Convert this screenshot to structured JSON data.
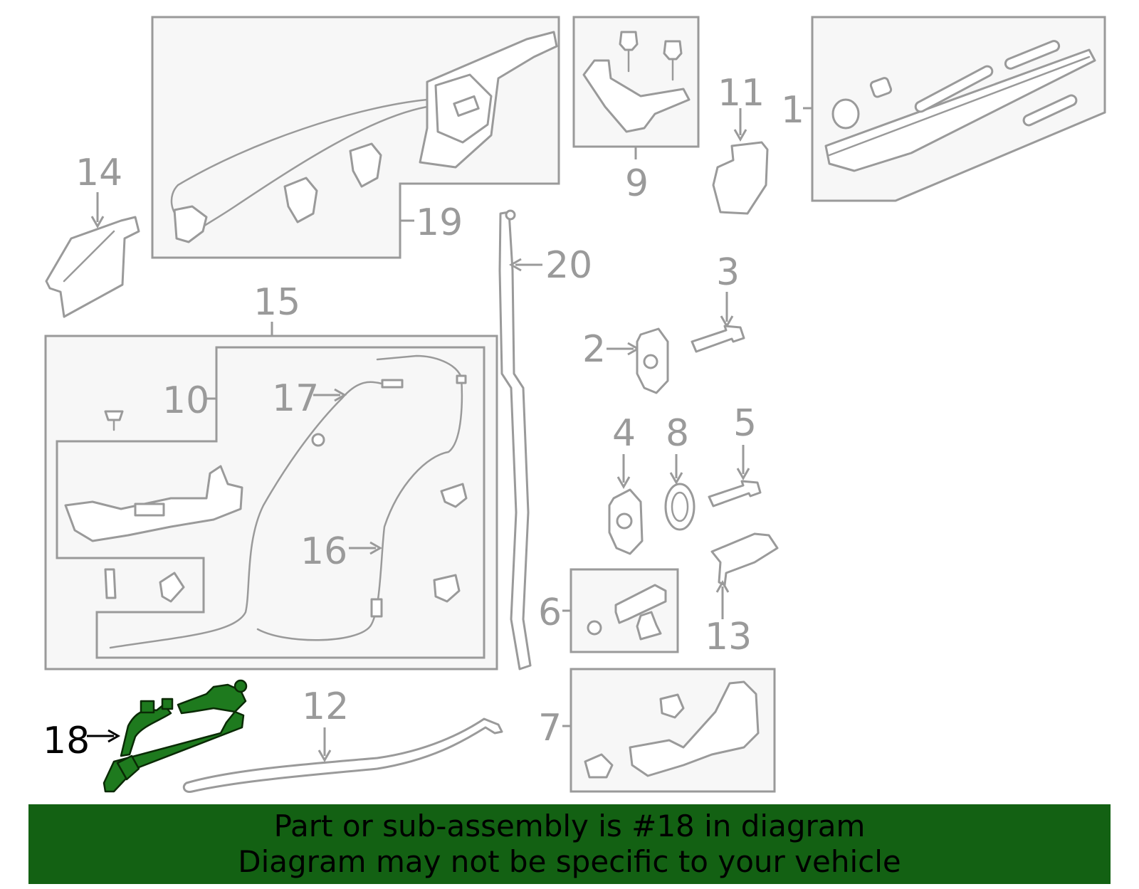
{
  "callouts": [
    {
      "id": "1",
      "label": "1"
    },
    {
      "id": "2",
      "label": "2"
    },
    {
      "id": "3",
      "label": "3"
    },
    {
      "id": "4",
      "label": "4"
    },
    {
      "id": "5",
      "label": "5"
    },
    {
      "id": "6",
      "label": "6"
    },
    {
      "id": "7",
      "label": "7"
    },
    {
      "id": "8",
      "label": "8"
    },
    {
      "id": "9",
      "label": "9"
    },
    {
      "id": "10",
      "label": "10"
    },
    {
      "id": "11",
      "label": "11"
    },
    {
      "id": "12",
      "label": "12"
    },
    {
      "id": "13",
      "label": "13"
    },
    {
      "id": "14",
      "label": "14"
    },
    {
      "id": "15",
      "label": "15"
    },
    {
      "id": "16",
      "label": "16"
    },
    {
      "id": "17",
      "label": "17"
    },
    {
      "id": "18",
      "label": "18"
    },
    {
      "id": "19",
      "label": "19"
    },
    {
      "id": "20",
      "label": "20"
    }
  ],
  "highlighted_part": "18",
  "colors": {
    "line_gray": "#9a9a9a",
    "box_fill": "#f7f7f7",
    "highlight_fill": "#1e7a1e",
    "banner_bg": "#136113",
    "banner_text": "#000000"
  },
  "banner": {
    "line1": "Part or sub-assembly is #18 in diagram",
    "line2": "Diagram may not be specific to your vehicle"
  }
}
